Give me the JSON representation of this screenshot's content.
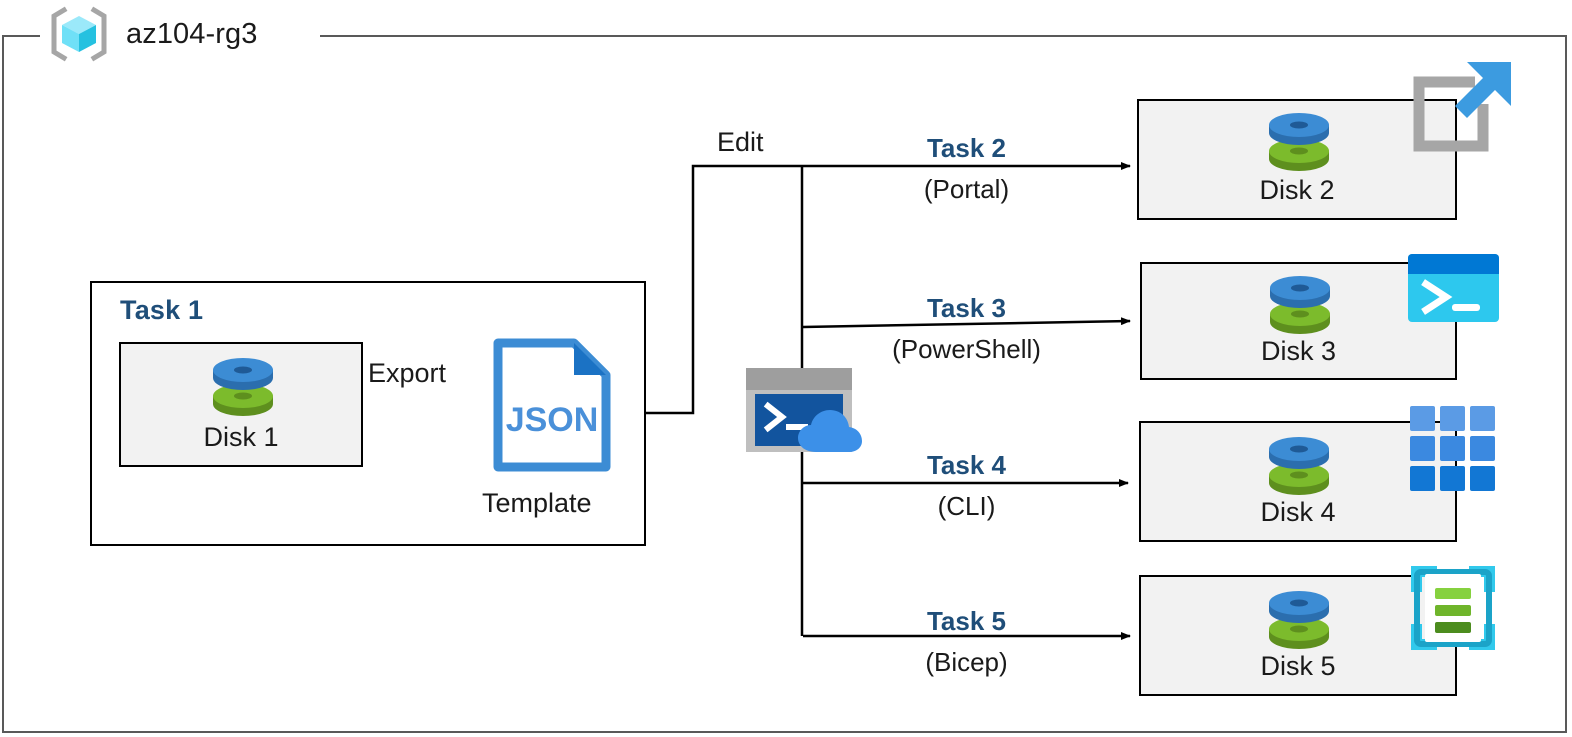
{
  "resource_group": {
    "name": "az104-rg3",
    "icon": "resource-group-cube-icon"
  },
  "task1": {
    "label": "Task 1",
    "disk": {
      "name": "Disk 1",
      "icon": "disk-icon"
    },
    "export_label": "Export",
    "template": {
      "file_type": "JSON",
      "caption": "Template",
      "icon": "json-file-icon"
    }
  },
  "edit_label": "Edit",
  "cloud_shell": {
    "icon": "cloud-shell-icon"
  },
  "branches": [
    {
      "task": "Task 2",
      "tool": "(Portal)",
      "disk": "Disk 2",
      "icon": "azure-portal-icon",
      "disk_icon": "disk-icon"
    },
    {
      "task": "Task 3",
      "tool": "(PowerShell)",
      "disk": "Disk 3",
      "icon": "powershell-icon",
      "disk_icon": "disk-icon"
    },
    {
      "task": "Task 4",
      "tool": "(CLI)",
      "disk": "Disk 4",
      "icon": "azure-cli-grid-icon",
      "disk_icon": "disk-icon"
    },
    {
      "task": "Task 5",
      "tool": "(Bicep)",
      "disk": "Disk 5",
      "icon": "bicep-icon",
      "disk_icon": "disk-icon"
    }
  ],
  "colors": {
    "frame_border": "#595959",
    "box_border": "#000000",
    "box_fill": "#F2F2F2",
    "task_blue": "#1F4E79",
    "disk_blue": "#3C8CD4",
    "disk_green": "#7CBB2C",
    "json_blue": "#3C8CD4",
    "cube_cyan": "#4FD9F5",
    "powershell_cyan": "#2DC8EE",
    "cli_blue": "#2E7CD6",
    "bicep_cyan": "#31C9EC",
    "bicep_green": "#75BE2A",
    "text": "#1a1a1a"
  }
}
